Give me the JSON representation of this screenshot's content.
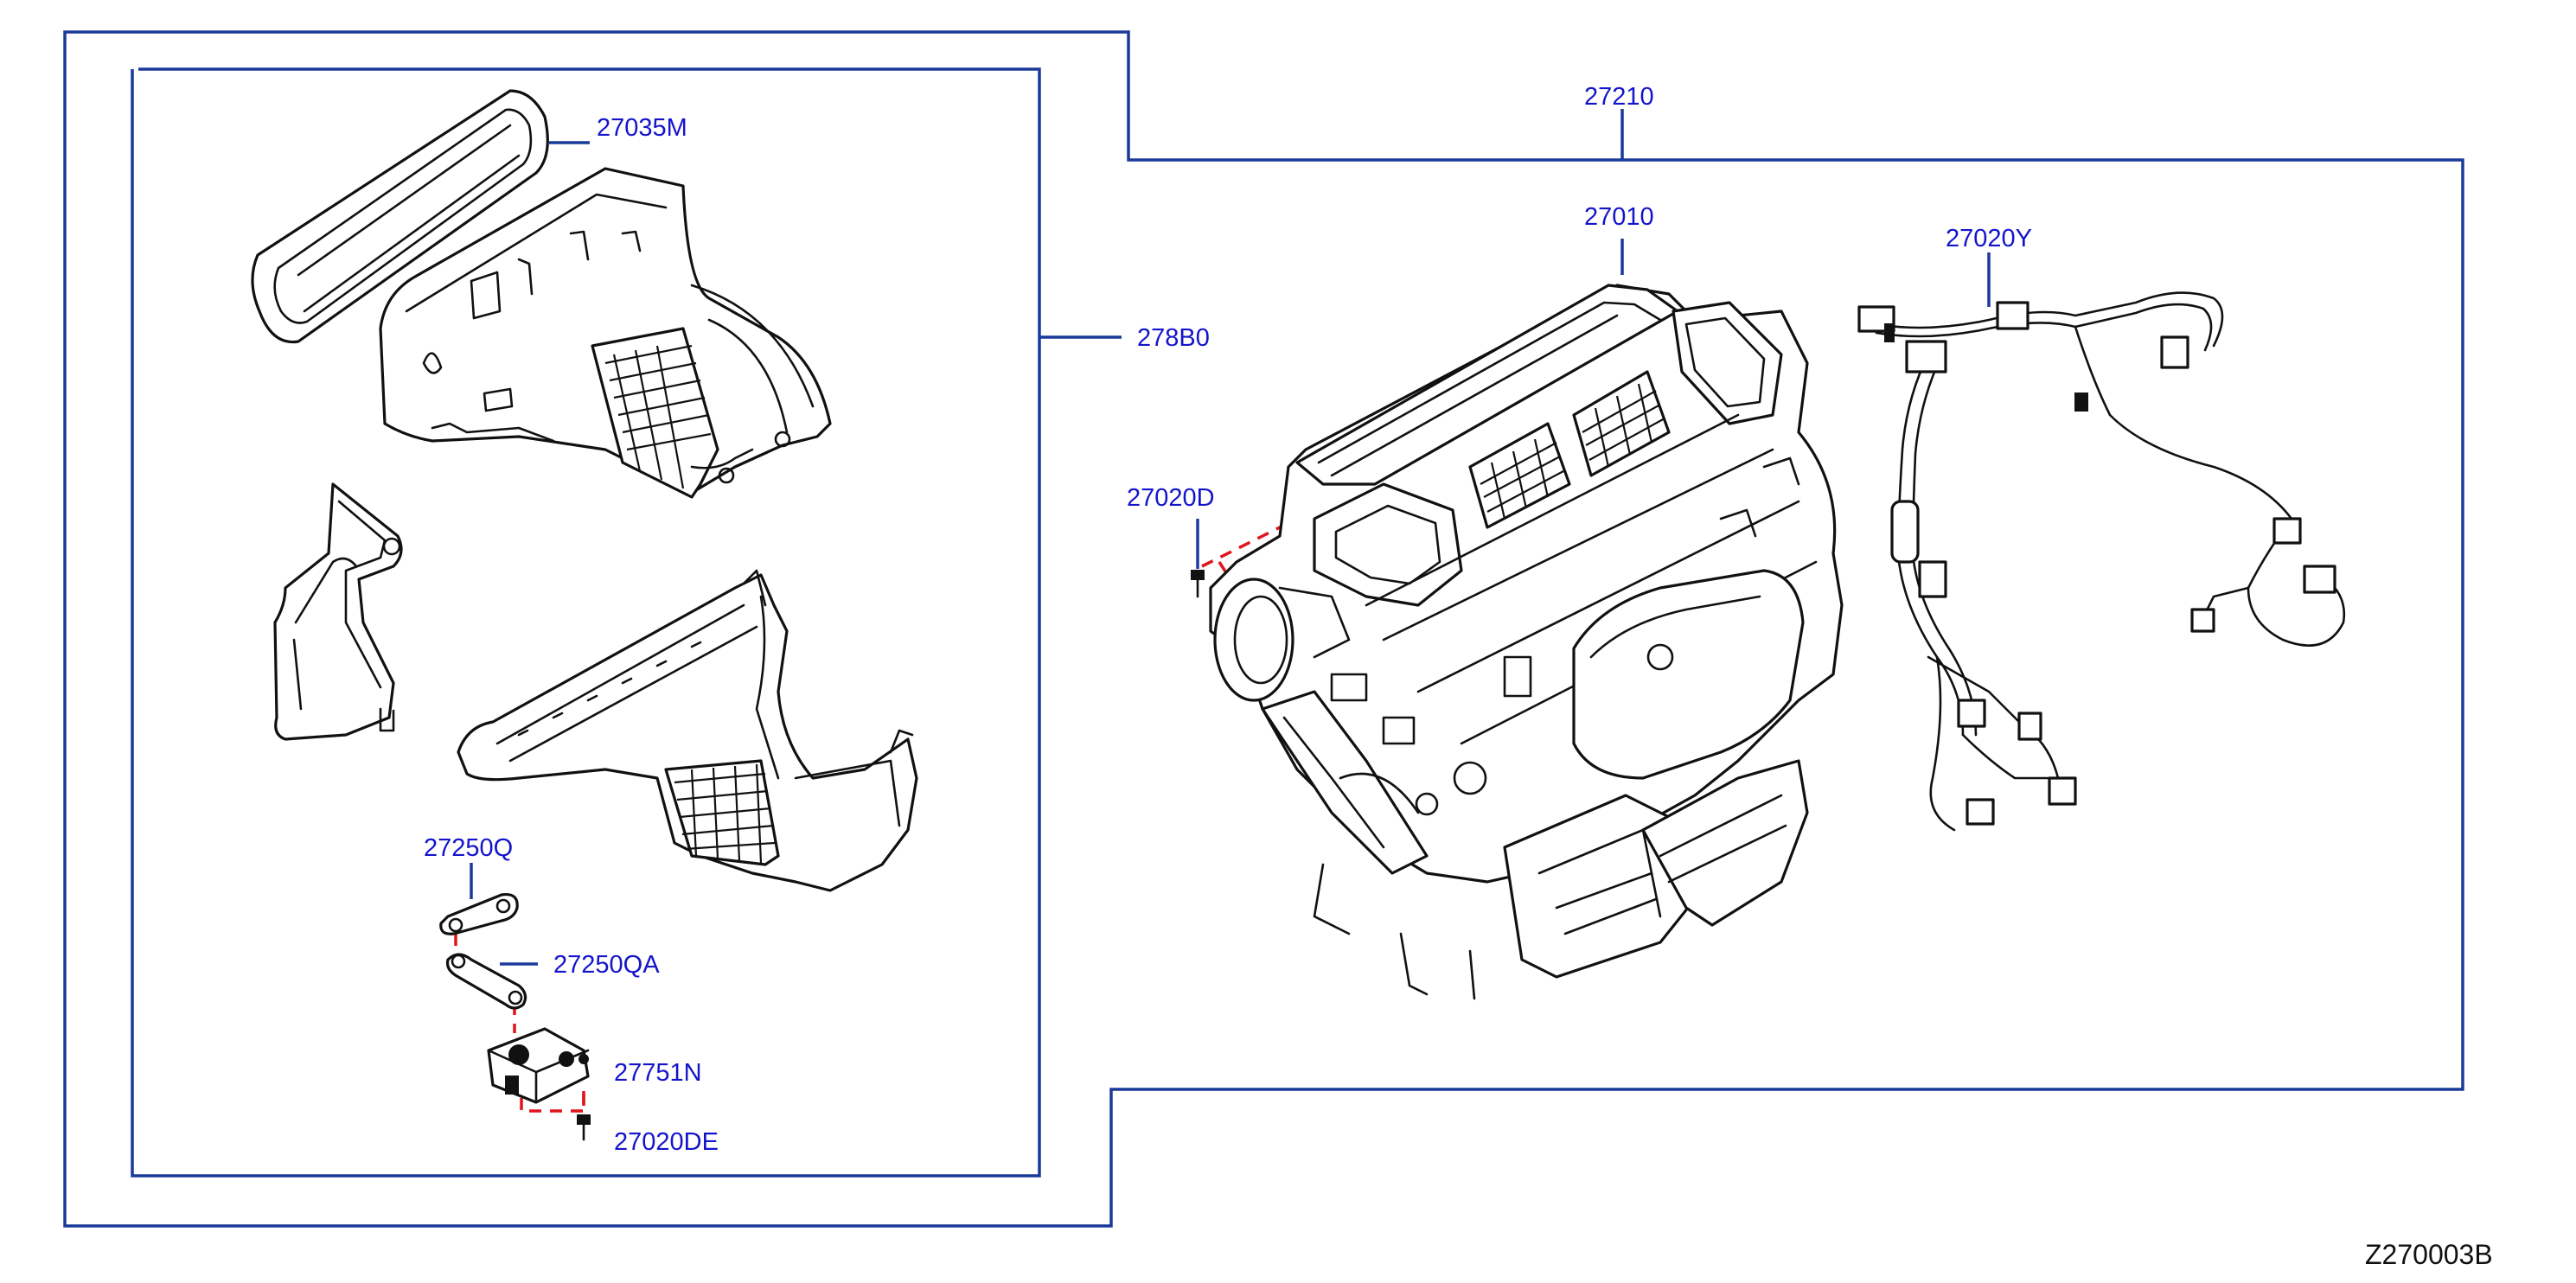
{
  "callouts": {
    "c27210": "27210",
    "c27010": "27010",
    "c27020Y": "27020Y",
    "c27035M": "27035M",
    "c278B0": "278B0",
    "c27020D": "27020D",
    "c27250Q": "27250Q",
    "c27250QA": "27250QA",
    "c27751N": "27751N",
    "c27020DE": "27020DE"
  },
  "figure_id": "Z270003B",
  "colors": {
    "frame": "#1a3a9a",
    "callout_text": "#1414cc",
    "dashed_link": "#e0141b",
    "part_outline": "#111111"
  }
}
